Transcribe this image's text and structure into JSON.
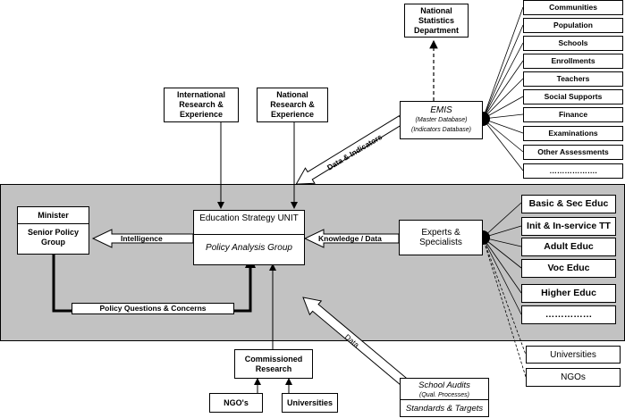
{
  "national_statistics": "National Statistics Department",
  "communities_list": [
    "Communities",
    "Population",
    "Schools",
    "Enrollments",
    "Teachers",
    "Social Supports",
    "Finance",
    "Examinations",
    "Other Assessments",
    "………………."
  ],
  "international_research": "International Research & Experience",
  "national_research": "National Research & Experience",
  "emis": {
    "title": "EMIS",
    "line1": "(Master Database)",
    "line2": "(Indicators Database)"
  },
  "minister": {
    "title": "Minister",
    "subtitle": "Senior Policy Group"
  },
  "esu": {
    "title": "Education Strategy UNIT",
    "subtitle": "Policy Analysis Group"
  },
  "experts": "Experts & Specialists",
  "education_list": [
    "Basic & Sec Educ",
    "Init & In-service TT",
    "Adult Educ",
    "Voc Educ",
    "Higher Educ",
    "……………"
  ],
  "universities_right": "Universities",
  "ngos_right": "NGOs",
  "commissioned_research": "Commissioned Research",
  "ngo_box": "NGO's",
  "universities_box": "Universities",
  "school_audits": {
    "title": "School Audits",
    "subtitle": "(Qual. Processes)",
    "footer": "Standards & Targets"
  },
  "labels": {
    "intelligence": "Intelligence",
    "knowledge_data": "Knowledge / Data",
    "policy_questions": "Policy Questions & Concerns",
    "data_indicators": "Data & Indicators",
    "data": "Data"
  }
}
